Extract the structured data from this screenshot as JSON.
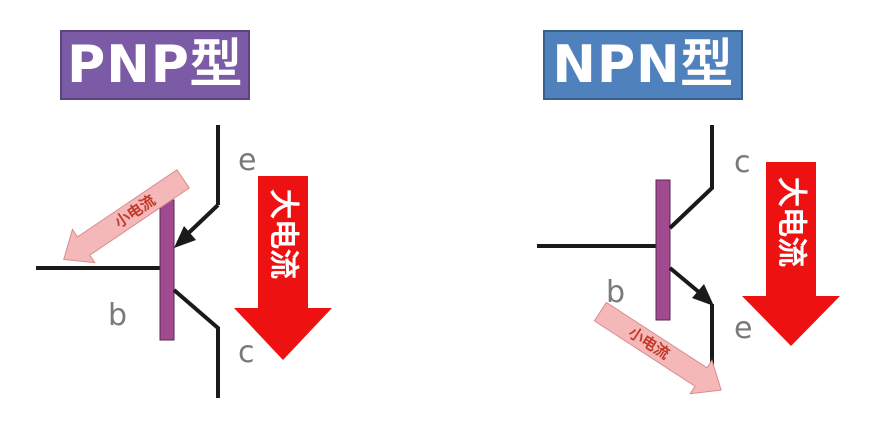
{
  "pnp": {
    "title": "PNP型",
    "title_color": "#7b5ba6",
    "pins": {
      "emitter": "e",
      "base": "b",
      "collector": "c"
    },
    "large_current": "大电流",
    "small_current": "小电流"
  },
  "npn": {
    "title": "NPN型",
    "title_color": "#4f81bd",
    "pins": {
      "collector": "c",
      "base": "b",
      "emitter": "e"
    },
    "large_current": "大电流",
    "small_current": "小电流"
  },
  "colors": {
    "lead": "#1a1a1a",
    "base_bar": "#a04a8f",
    "large_arrow": "#ee1111",
    "small_arrow": "#f5b8b8"
  }
}
